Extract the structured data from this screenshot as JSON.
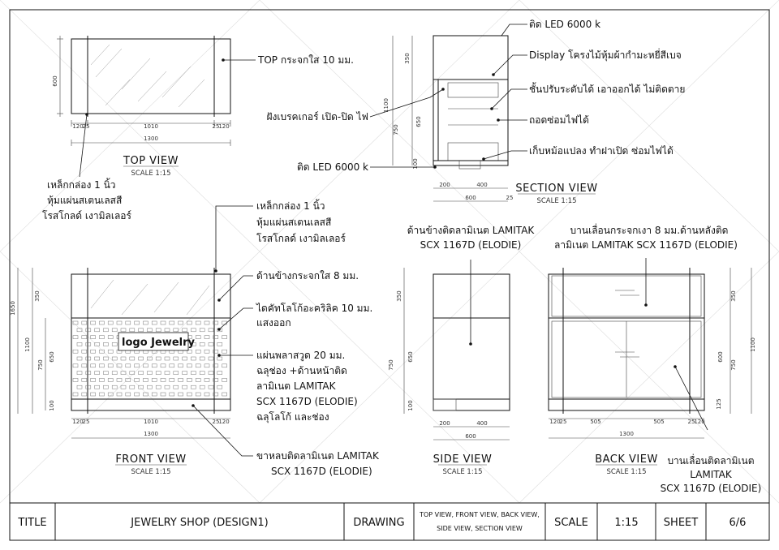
{
  "top_view": {
    "title": "TOP VIEW",
    "scale": "SCALE 1:15",
    "note_top": "TOP กระจกใส 10 มม.",
    "note_frame": [
      "เหล็กกล่อง 1 นิ้ว",
      "หุ้มแผ่นสเตนเลสสี",
      "โรสโกลด์ เงามิลเลอร์"
    ],
    "dims": {
      "d600": "600",
      "d120a": "120",
      "d25a": "25",
      "d1010": "1010",
      "d25b": "25",
      "d120b": "120",
      "d1300": "1300"
    }
  },
  "section_view": {
    "title": "SECTION VIEW",
    "scale": "SCALE 1:15",
    "notes": [
      "ติด LED 6000 k",
      "Display โครงไม้หุ้มผ้ากำมะหยี่สีเบจ",
      "ชั้นปรับระดับได้ เอาออกได้ ไม่ติดตาย",
      "ถอดซ่อมไฟได้",
      "เก็บหม้อแปลง ทำฝาเปิด ซ่อมไฟได้"
    ],
    "note_left1": "ฝังเบรคเกอร์ เปิด-ปิด ไฟ",
    "note_left2": "ติด LED 6000 k",
    "dims": {
      "d350": "350",
      "d1100": "1100",
      "d650": "650",
      "d750": "750",
      "d100": "100",
      "d200": "200",
      "d400": "400",
      "d600": "600",
      "d25": "25"
    }
  },
  "front_view": {
    "title": "FRONT VIEW",
    "scale": "SCALE 1:15",
    "logo_text": "logo Jewelry",
    "notes": [
      "เหล็กกล่อง 1 นิ้ว",
      "หุ้มแผ่นสเตนเลสสี",
      "โรสโกลด์ เงามิลเลอร์",
      "ด้านข้างกระจกใส 8 มม.",
      "ไดคัทโลโก้อะคริลิค 10 มม.",
      "แสงออก",
      "แผ่นพลาสวูด 20 มม.",
      "ฉลุช่อง +ด้านหน้าติด",
      "ลามิเนต LAMITAK",
      "SCX 1167D (ELODIE)",
      "ฉลุโลโก้ และช่อง"
    ],
    "note_leg": [
      "ขาหลบติดลามิเนต LAMITAK",
      "SCX 1167D (ELODIE)"
    ],
    "dims": {
      "d1650": "1650",
      "d350": "350",
      "d1100": "1100",
      "d650": "650",
      "d750": "750",
      "d100": "100",
      "d120a": "120",
      "d25a": "25",
      "d1010": "1010",
      "d25b": "25",
      "d120b": "120",
      "d1300": "1300"
    }
  },
  "side_view": {
    "title": "SIDE VIEW",
    "scale": "SCALE 1:15",
    "note": [
      "ด้านข้างติดลามิเนต LAMITAK",
      "SCX 1167D (ELODIE)"
    ],
    "dims": {
      "d350": "350",
      "d650": "650",
      "d750": "750",
      "d100": "100",
      "d200": "200",
      "d400": "400",
      "d600": "600"
    }
  },
  "back_view": {
    "title": "BACK VIEW",
    "scale": "SCALE 1:15",
    "note_top": [
      "บานเลื่อนกระจกเงา 8 มม.ด้านหลังติด",
      "ลามิเนต LAMITAK SCX 1167D (ELODIE)"
    ],
    "note_bottom": [
      "บานเลื่อนติดลามิเนต",
      "LAMITAK",
      "SCX 1167D (ELODIE)"
    ],
    "dims": {
      "d350": "350",
      "d1100": "1100",
      "d600": "600",
      "d750": "750",
      "d125": "125",
      "d120a": "120",
      "d25a": "25",
      "d505a": "505",
      "d505b": "505",
      "d25b": "25",
      "d120b": "120",
      "d1300": "1300"
    }
  },
  "title_block": {
    "title_label": "TITLE",
    "title_value": "JEWELRY SHOP (DESIGN1)",
    "drawing_label": "DRAWING",
    "drawing_value_line1": "TOP VIEW, FRONT VIEW, BACK VIEW,",
    "drawing_value_line2": "SIDE VIEW, SECTION VIEW",
    "scale_label": "SCALE",
    "scale_value": "1:15",
    "sheet_label": "SHEET",
    "sheet_value": "6/6"
  }
}
